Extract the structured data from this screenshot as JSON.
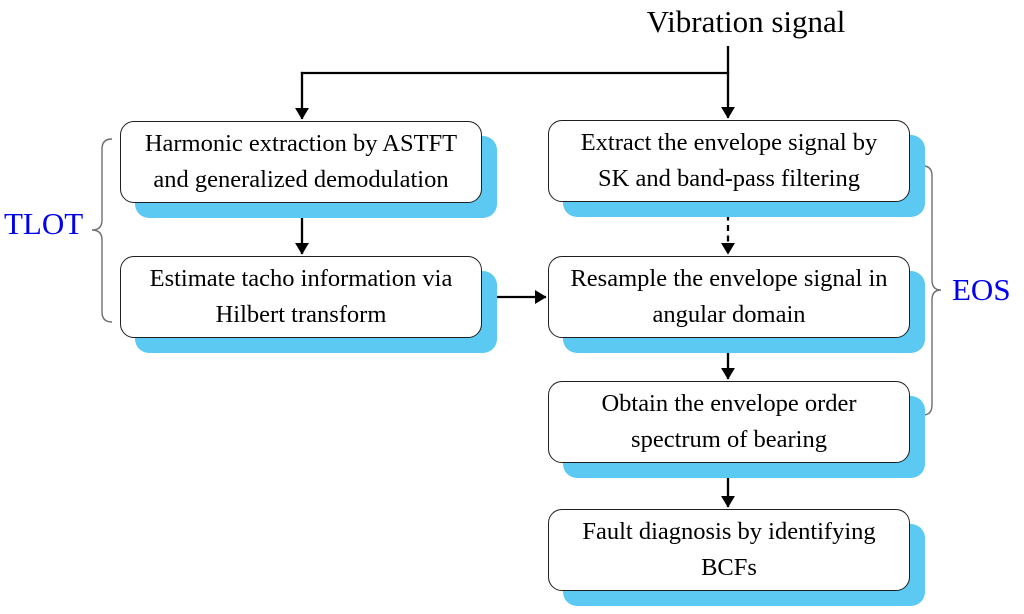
{
  "title": "Vibration signal",
  "labels": {
    "left_group": "TLOT",
    "right_group": "EOS"
  },
  "flow": {
    "left": [
      {
        "lines": [
          "Harmonic extraction by ASTFT",
          "and generalized demodulation"
        ]
      },
      {
        "lines": [
          "Estimate tacho information via",
          "Hilbert transform"
        ]
      }
    ],
    "right": [
      {
        "lines": [
          "Extract the envelope signal by",
          "SK and band-pass filtering"
        ]
      },
      {
        "lines": [
          "Resample the envelope signal in",
          "angular domain"
        ]
      },
      {
        "lines": [
          "Obtain the envelope order",
          "spectrum of bearing"
        ]
      },
      {
        "lines": [
          "Fault diagnosis by identifying",
          "BCFs"
        ]
      }
    ]
  },
  "colors": {
    "shadow": "#5bc9f2",
    "group_label": "#0000ee",
    "brace": "#6e6e6e",
    "arrow": "#000000"
  }
}
